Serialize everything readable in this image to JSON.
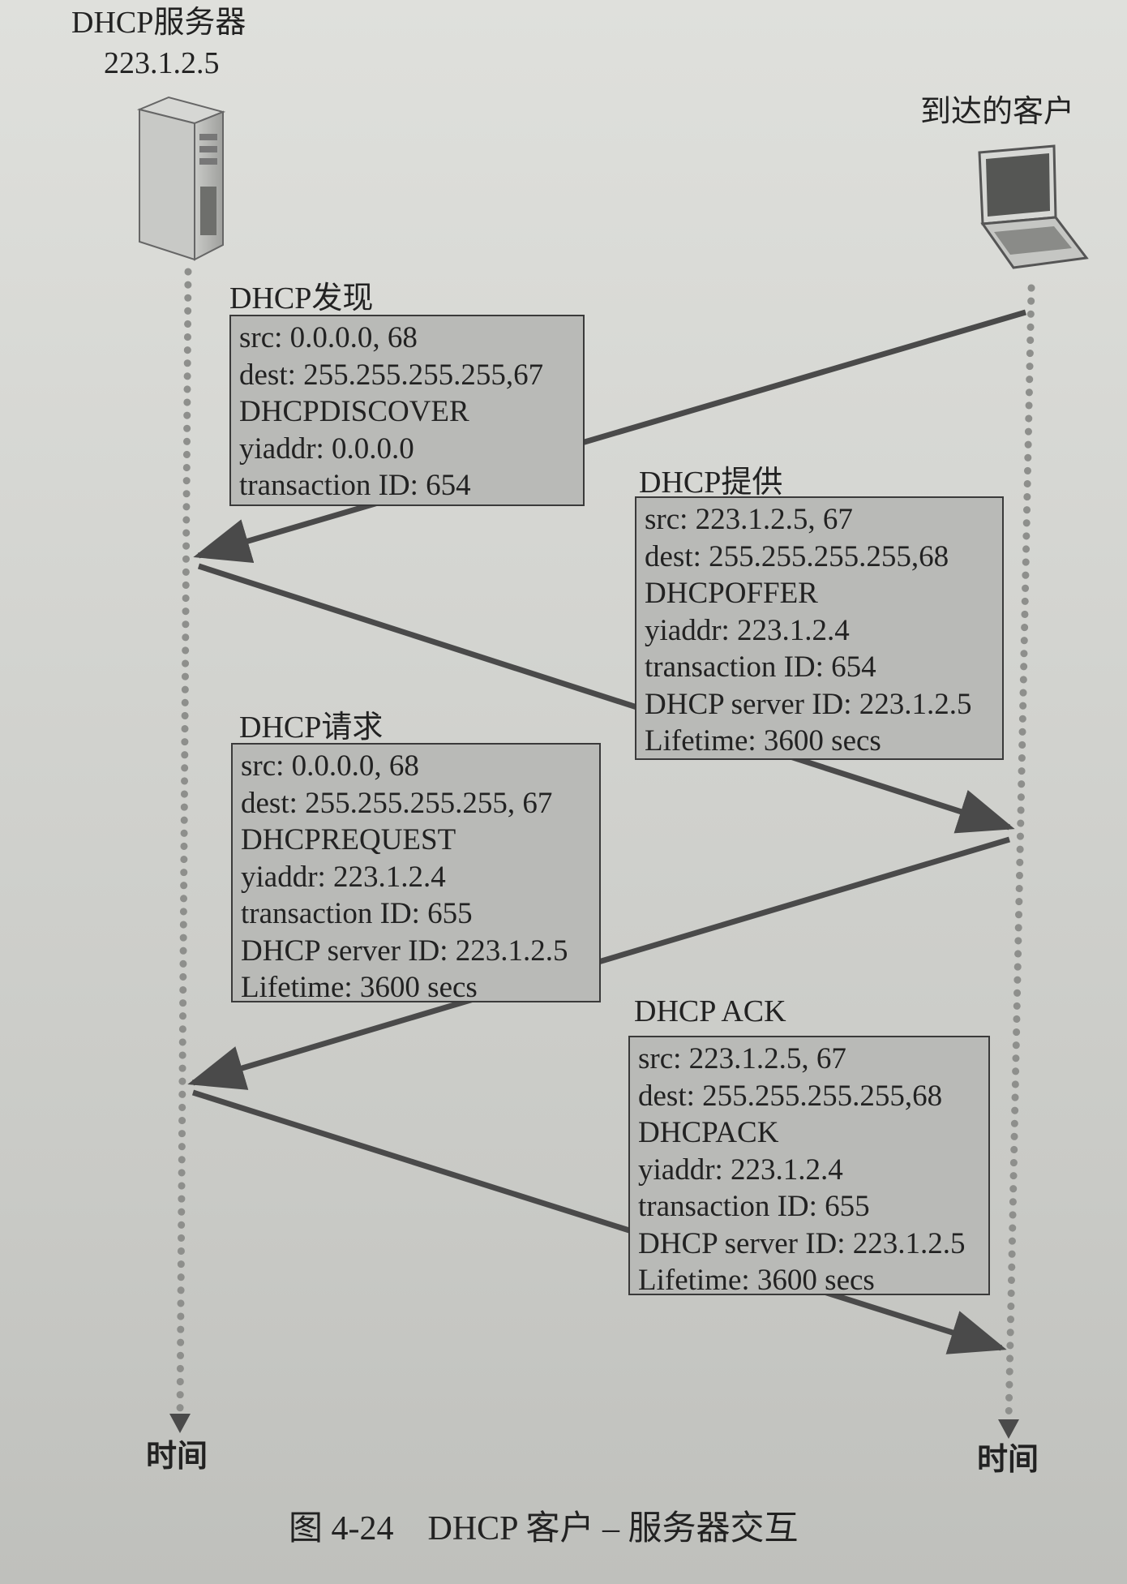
{
  "server": {
    "name": "DHCP服务器",
    "ip": "223.1.2.5",
    "icon": "server-tower-icon"
  },
  "client": {
    "name": "到达的客户",
    "icon": "laptop-icon"
  },
  "timeline": {
    "left_label": "时间",
    "right_label": "时间"
  },
  "caption": "图 4-24　DHCP 客户 – 服务器交互",
  "colors": {
    "box_fill": "#b9bab7",
    "arrow": "#4a4a4a",
    "dots": "#8e8f8c"
  },
  "messages": [
    {
      "title": "DHCP发现",
      "direction": "client-to-server",
      "lines": [
        "src: 0.0.0.0, 68",
        "dest: 255.255.255.255,67",
        "DHCPDISCOVER",
        "yiaddr: 0.0.0.0",
        "transaction ID: 654"
      ]
    },
    {
      "title": "DHCP提供",
      "direction": "server-to-client",
      "lines": [
        "src: 223.1.2.5, 67",
        "dest: 255.255.255.255,68",
        "DHCPOFFER",
        "yiaddr: 223.1.2.4",
        "transaction ID: 654",
        "DHCP server ID: 223.1.2.5",
        "Lifetime: 3600 secs"
      ]
    },
    {
      "title": "DHCP请求",
      "direction": "client-to-server",
      "lines": [
        "src: 0.0.0.0, 68",
        "dest: 255.255.255.255, 67",
        "DHCPREQUEST",
        "yiaddr: 223.1.2.4",
        "transaction ID: 655",
        "DHCP server ID: 223.1.2.5",
        "Lifetime: 3600 secs"
      ]
    },
    {
      "title": "DHCP ACK",
      "direction": "server-to-client",
      "lines": [
        "src: 223.1.2.5, 67",
        "dest: 255.255.255.255,68",
        "DHCPACK",
        "yiaddr: 223.1.2.4",
        "transaction ID: 655",
        "DHCP server ID: 223.1.2.5",
        "Lifetime: 3600 secs"
      ]
    }
  ]
}
